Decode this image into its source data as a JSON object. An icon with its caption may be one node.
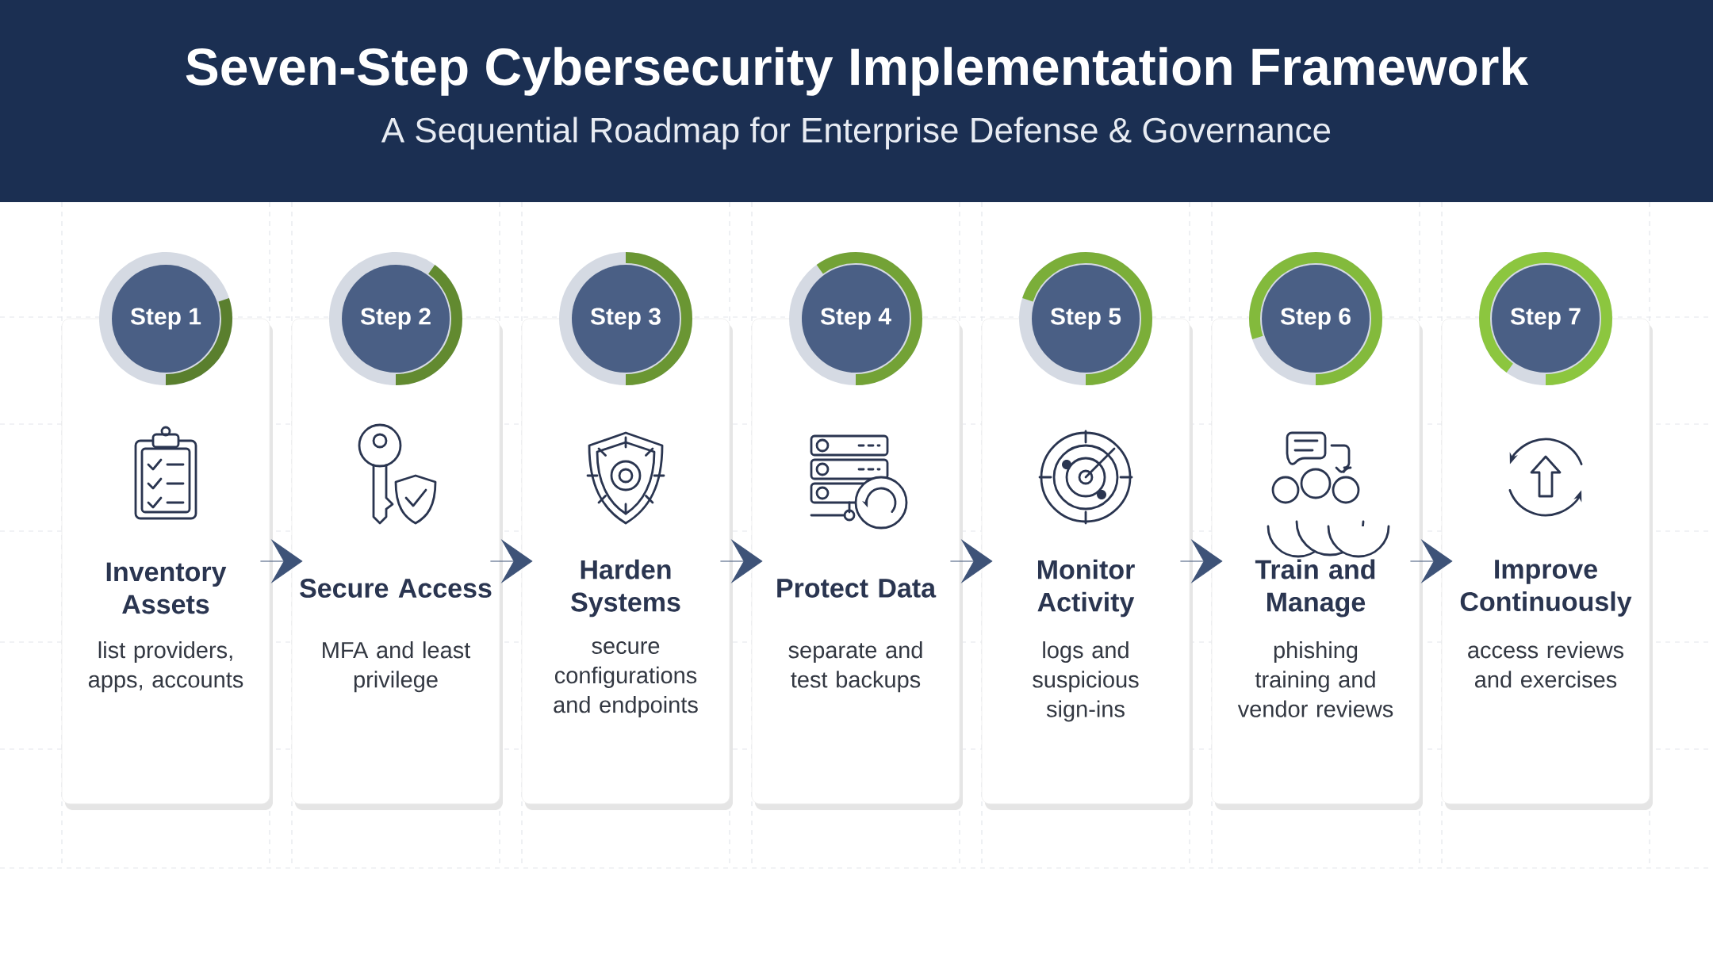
{
  "diagram": {
    "title": "Seven-Step Cybersecurity Implementation Framework",
    "nodes": [
      {
        "text": [
          "Step 1",
          "Inventory Assets",
          "list providers, apps, accounts"
        ]
      },
      {
        "text": [
          "Step 2",
          "Secure Access",
          "MFA and least privilege"
        ]
      },
      {
        "text": [
          "Step 3",
          "Harden Systems",
          "secure configurations and endpoints"
        ]
      },
      {
        "text": [
          "Step 4",
          "Protect Data",
          "separate and test backups"
        ]
      },
      {
        "text": [
          "Step 5",
          "Monitor Activity",
          "logs and suspicious sign-ins"
        ]
      },
      {
        "text": [
          "Step 6",
          "Train and Manage",
          "phishing training and vendor reviews"
        ]
      },
      {
        "text": [
          "Step 7",
          "Improve Continuously",
          "access reviews and exercises"
        ]
      }
    ],
    "edges": [
      {
        "from": 0,
        "to": 1,
        "arrow": "to"
      },
      {
        "from": 1,
        "to": 2,
        "arrow": "to"
      },
      {
        "from": 2,
        "to": 3,
        "arrow": "to"
      },
      {
        "from": 3,
        "to": 4,
        "arrow": "to"
      },
      {
        "from": 4,
        "to": 5,
        "arrow": "to"
      },
      {
        "from": 5,
        "to": 6,
        "arrow": "to"
      }
    ],
    "labels": [
      "A Sequential Roadmap for Enterprise Defense & Governance"
    ]
  }
}
